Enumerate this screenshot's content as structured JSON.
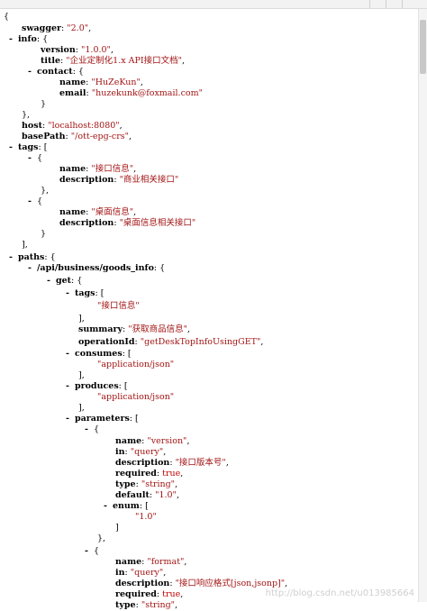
{
  "watermark": "http://blog.csdn.net/u013985664",
  "json": {
    "l0": "{",
    "swagger_k": "swagger",
    "swagger_v": "\"2.0\"",
    "info_k": "info",
    "version_k": "version",
    "version_v": "\"1.0.0\"",
    "title_k": "title",
    "title_v": "\"企业定制化1.x API接口文档\"",
    "contact_k": "contact",
    "cname_k": "name",
    "cname_v": "\"HuZeKun\"",
    "email_k": "email",
    "email_v": "\"huzekunk@foxmail.com\"",
    "host_k": "host",
    "host_v": "\"localhost:8080\"",
    "basePath_k": "basePath",
    "basePath_v": "\"/ott-epg-crs\"",
    "tags_k": "tags",
    "tag1_name_v": "\"接口信息\"",
    "tag1_desc_v": "\"商业相关接口\"",
    "tag2_name_v": "\"桌面信息\"",
    "tag2_desc_v": "\"桌面信息相关接口\"",
    "paths_k": "paths",
    "path_k": "/api/business/goods_info",
    "get_k": "get",
    "gtags_k": "tags",
    "gtags_item": "\"接口信息\"",
    "summary_k": "summary",
    "summary_v": "\"获取商品信息\"",
    "opid_k": "operationId",
    "opid_v": "\"getDeskTopInfoUsingGET\"",
    "consumes_k": "consumes",
    "consumes_item": "\"application/json\"",
    "produces_k": "produces",
    "produces_item": "\"application/json\"",
    "parameters_k": "parameters",
    "p1_name_v": "\"version\"",
    "p1_in_v": "\"query\"",
    "p1_desc_v": "\"接口版本号\"",
    "p1_req_v": "true",
    "p1_type_v": "\"string\"",
    "p1_default_v": "\"1.0\"",
    "p1_enum_k": "enum",
    "p1_enum_item": "\"1.0\"",
    "p2_name_v": "\"format\"",
    "p2_in_v": "\"query\"",
    "p2_desc_v": "\"接口响应格式[json,jsonp]\"",
    "p2_req_v": "true",
    "p2_type_v": "\"string\"",
    "name_k": "name",
    "description_k": "description",
    "in_k": "in",
    "required_k": "required",
    "type_k": "type",
    "default_k": "default",
    "toggle": "-"
  }
}
